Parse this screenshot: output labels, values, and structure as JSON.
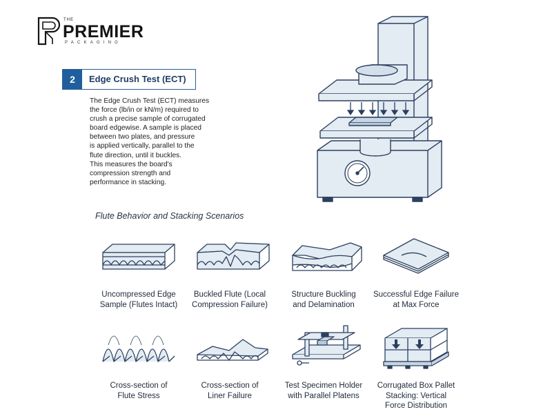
{
  "logo": {
    "pre": "THE",
    "name": "PREMIER",
    "sub": "PACKAGING"
  },
  "section": {
    "number": "2",
    "title": "Edge Crush Test (ECT)",
    "description_lines": [
      "The Edge Crush Test (ECT) measures",
      "the force (lb/in or kN/m) required to",
      "crush a precise sample of corrugated",
      "board edgewise. A sample is placed",
      "between two plates, and pressure",
      "is applied vertically, parallel to the",
      "flute direction, until it buckles.",
      "This measures the board's",
      "compression strength and",
      "performance in stacking."
    ]
  },
  "scenarios_title": "Flute Behavior and Stacking Scenarios",
  "scenarios": [
    {
      "icon": "uncompressed-sample-icon",
      "lines": [
        "Uncompressed Edge",
        "Sample (Flutes Intact)"
      ]
    },
    {
      "icon": "buckled-flute-icon",
      "lines": [
        "Buckled Flute (Local",
        "Compression Failure)"
      ]
    },
    {
      "icon": "structure-buckling-icon",
      "lines": [
        "Structure Buckling",
        "and Delamination"
      ]
    },
    {
      "icon": "edge-failure-icon",
      "lines": [
        "Successful Edge Failure",
        "at Max Force"
      ]
    },
    {
      "icon": "flute-stress-icon",
      "lines": [
        "Cross-section of",
        "Flute Stress"
      ]
    },
    {
      "icon": "liner-failure-icon",
      "lines": [
        "Cross-section of",
        "Liner Failure"
      ]
    },
    {
      "icon": "specimen-holder-icon",
      "lines": [
        "Test Specimen Holder",
        "with Parallel Platens"
      ]
    },
    {
      "icon": "pallet-stacking-icon",
      "lines": [
        "Corrugated Box Pallet",
        "Stacking: Vertical",
        "Force Distribution"
      ]
    }
  ],
  "colors": {
    "accent": "#1f5f9e",
    "line": "#2b3f5e",
    "fill": "#e3ebf3"
  }
}
